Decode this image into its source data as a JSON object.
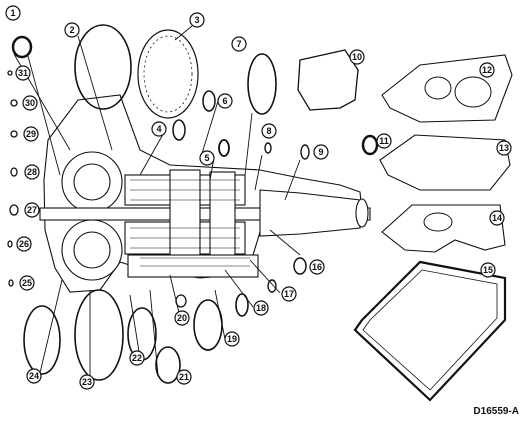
{
  "figure": {
    "reference_code": "D16559-A",
    "callouts": [
      "1",
      "2",
      "3",
      "4",
      "5",
      "6",
      "7",
      "8",
      "9",
      "10",
      "11",
      "12",
      "13",
      "14",
      "15",
      "16",
      "17",
      "18",
      "19",
      "20",
      "21",
      "22",
      "23",
      "24",
      "25",
      "26",
      "27",
      "28",
      "29",
      "30",
      "31"
    ]
  }
}
